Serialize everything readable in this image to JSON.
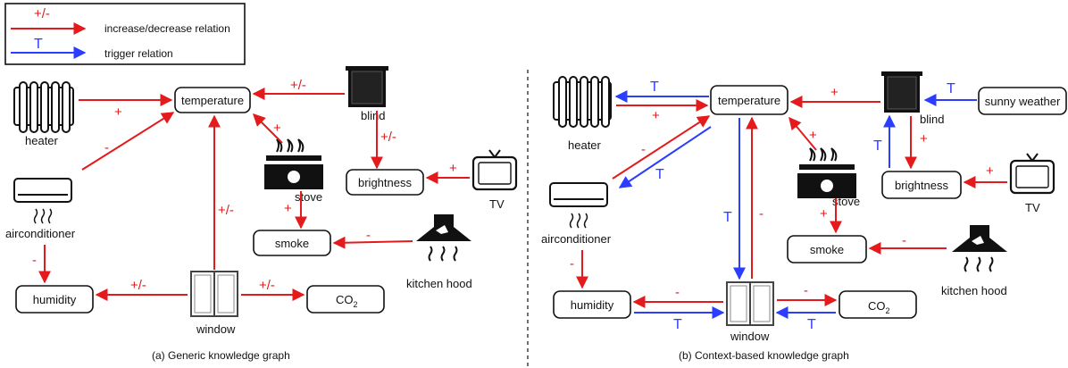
{
  "legend": {
    "increase_symbol": "+/-",
    "increase_text": "increase/decrease relation",
    "trigger_symbol": "T",
    "trigger_text": "trigger relation"
  },
  "colors": {
    "increase": "#e41a1c",
    "trigger": "#2b3dff"
  },
  "left": {
    "caption": "(a) Generic knowledge graph",
    "nodes": {
      "temperature": "temperature",
      "brightness": "brightness",
      "smoke": "smoke",
      "humidity": "humidity",
      "co2": "CO",
      "co2_sub": "2"
    },
    "labels": {
      "heater": "heater",
      "blind": "blind",
      "stove": "stove",
      "tv": "TV",
      "airconditioner": "airconditioner",
      "kitchen_hood": "kitchen hood",
      "window": "window"
    },
    "edges": {
      "heater_temp": "+",
      "blind_temp": "+/-",
      "stove_temp": "+",
      "ac_temp": "-",
      "window_temp": "+/-",
      "blind_bright": "+/-",
      "tv_bright": "+",
      "stove_smoke": "+",
      "hood_smoke": "-",
      "ac_humid": "-",
      "window_humid": "+/-",
      "window_co2": "+/-"
    }
  },
  "right": {
    "caption": "(b) Context-based knowledge graph",
    "nodes": {
      "temperature": "temperature",
      "brightness": "brightness",
      "smoke": "smoke",
      "humidity": "humidity",
      "co2": "CO",
      "co2_sub": "2",
      "sunny": "sunny weather"
    },
    "labels": {
      "heater": "heater",
      "blind": "blind",
      "stove": "stove",
      "tv": "TV",
      "airconditioner": "airconditioner",
      "kitchen_hood": "kitchen hood",
      "window": "window"
    },
    "edges": {
      "temp_heater": "T",
      "heater_temp": "+",
      "blind_temp": "+",
      "sunny_blind": "T",
      "stove_temp": "+",
      "ac_temp": "-",
      "temp_ac": "T",
      "temp_window": "T",
      "window_temp": "-",
      "blind_bright": "+",
      "bright_blind": "T",
      "tv_bright": "+",
      "stove_smoke": "+",
      "hood_smoke": "-",
      "ac_humid": "-",
      "window_humid": "-",
      "humid_window": "T",
      "window_co2": "-",
      "co2_window": "T"
    }
  }
}
